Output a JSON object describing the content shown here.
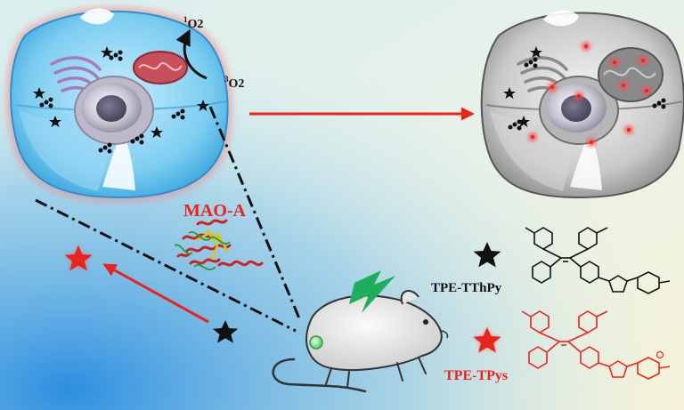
{
  "labels": {
    "singlet_oxygen": {
      "sup": "1",
      "text": "O2"
    },
    "triplet_oxygen": {
      "sup": "3",
      "text": "O2"
    },
    "enzyme": "MAO-A",
    "probe": "TPE-TThPy",
    "product": "TPE-TPys"
  },
  "colors": {
    "accent_red": "#e8251d",
    "cell_blue": "#5ab8e6",
    "cell_glow": "#f08a8a",
    "gray_cell": "#9a9a9a",
    "laser_green": "#1fae5c",
    "text_dark": "#111111"
  },
  "icons": {
    "probe_marker": "black-star-icon",
    "product_marker": "red-glowing-star-icon",
    "light_source": "lightning-icon"
  }
}
